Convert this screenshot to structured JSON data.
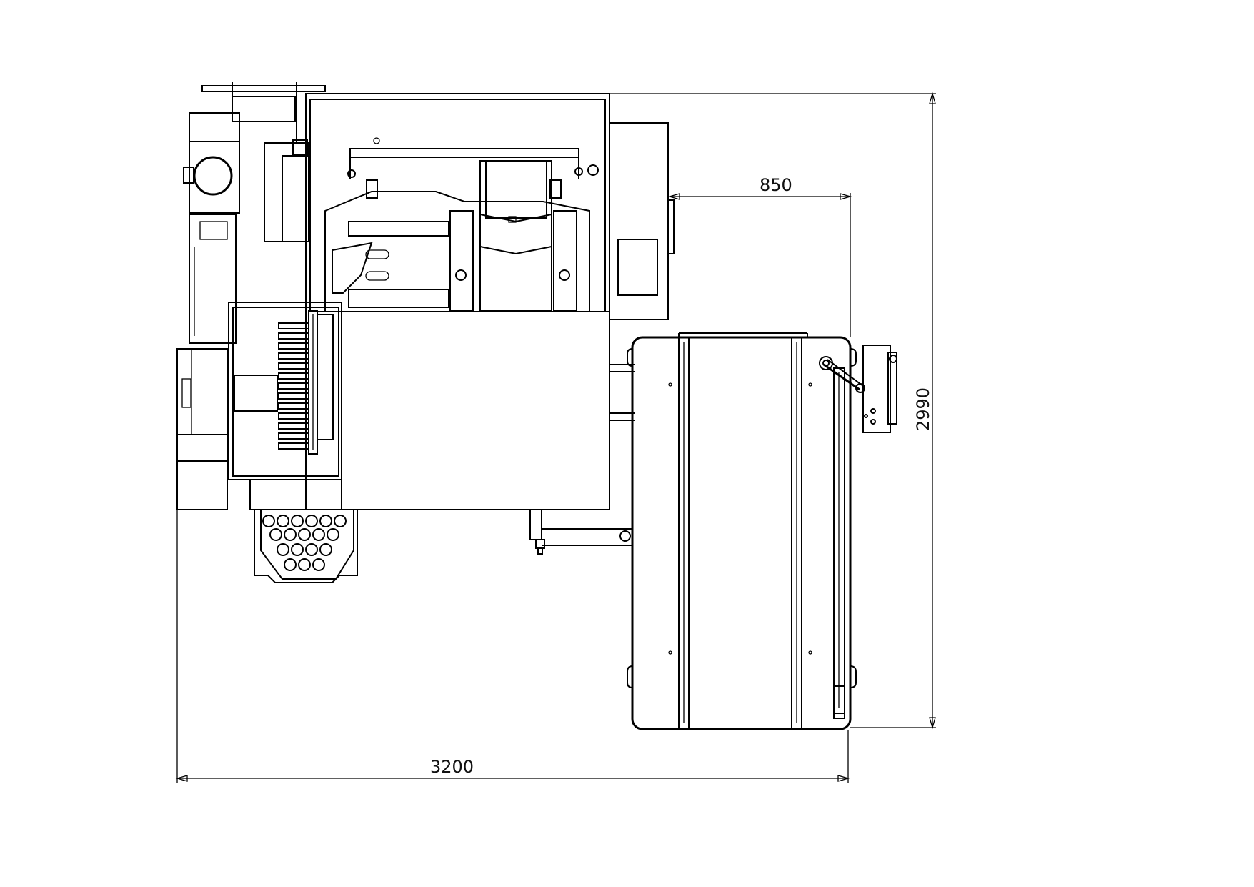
{
  "drawing": {
    "dimensions": {
      "overall_width": "3200",
      "overall_depth": "2990",
      "conveyor_offset": "850"
    }
  }
}
